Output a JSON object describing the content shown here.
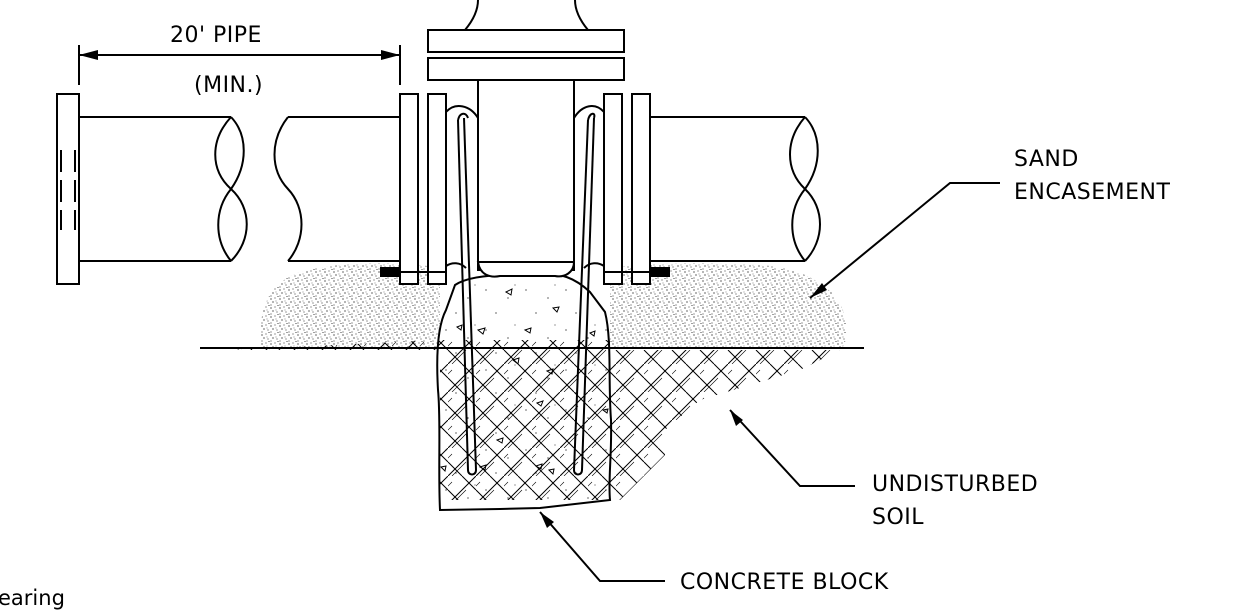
{
  "labels": {
    "dimension_top": "20' PIPE",
    "dimension_bottom": "(MIN.)",
    "sand_line1": "SAND",
    "sand_line2": "ENCASEMENT",
    "soil_line1": "UNDISTURBED",
    "soil_line2": "SOIL",
    "concrete": "CONCRETE BLOCK",
    "partial_text": "earing"
  },
  "colors": {
    "line": "#000000",
    "background": "#ffffff"
  }
}
